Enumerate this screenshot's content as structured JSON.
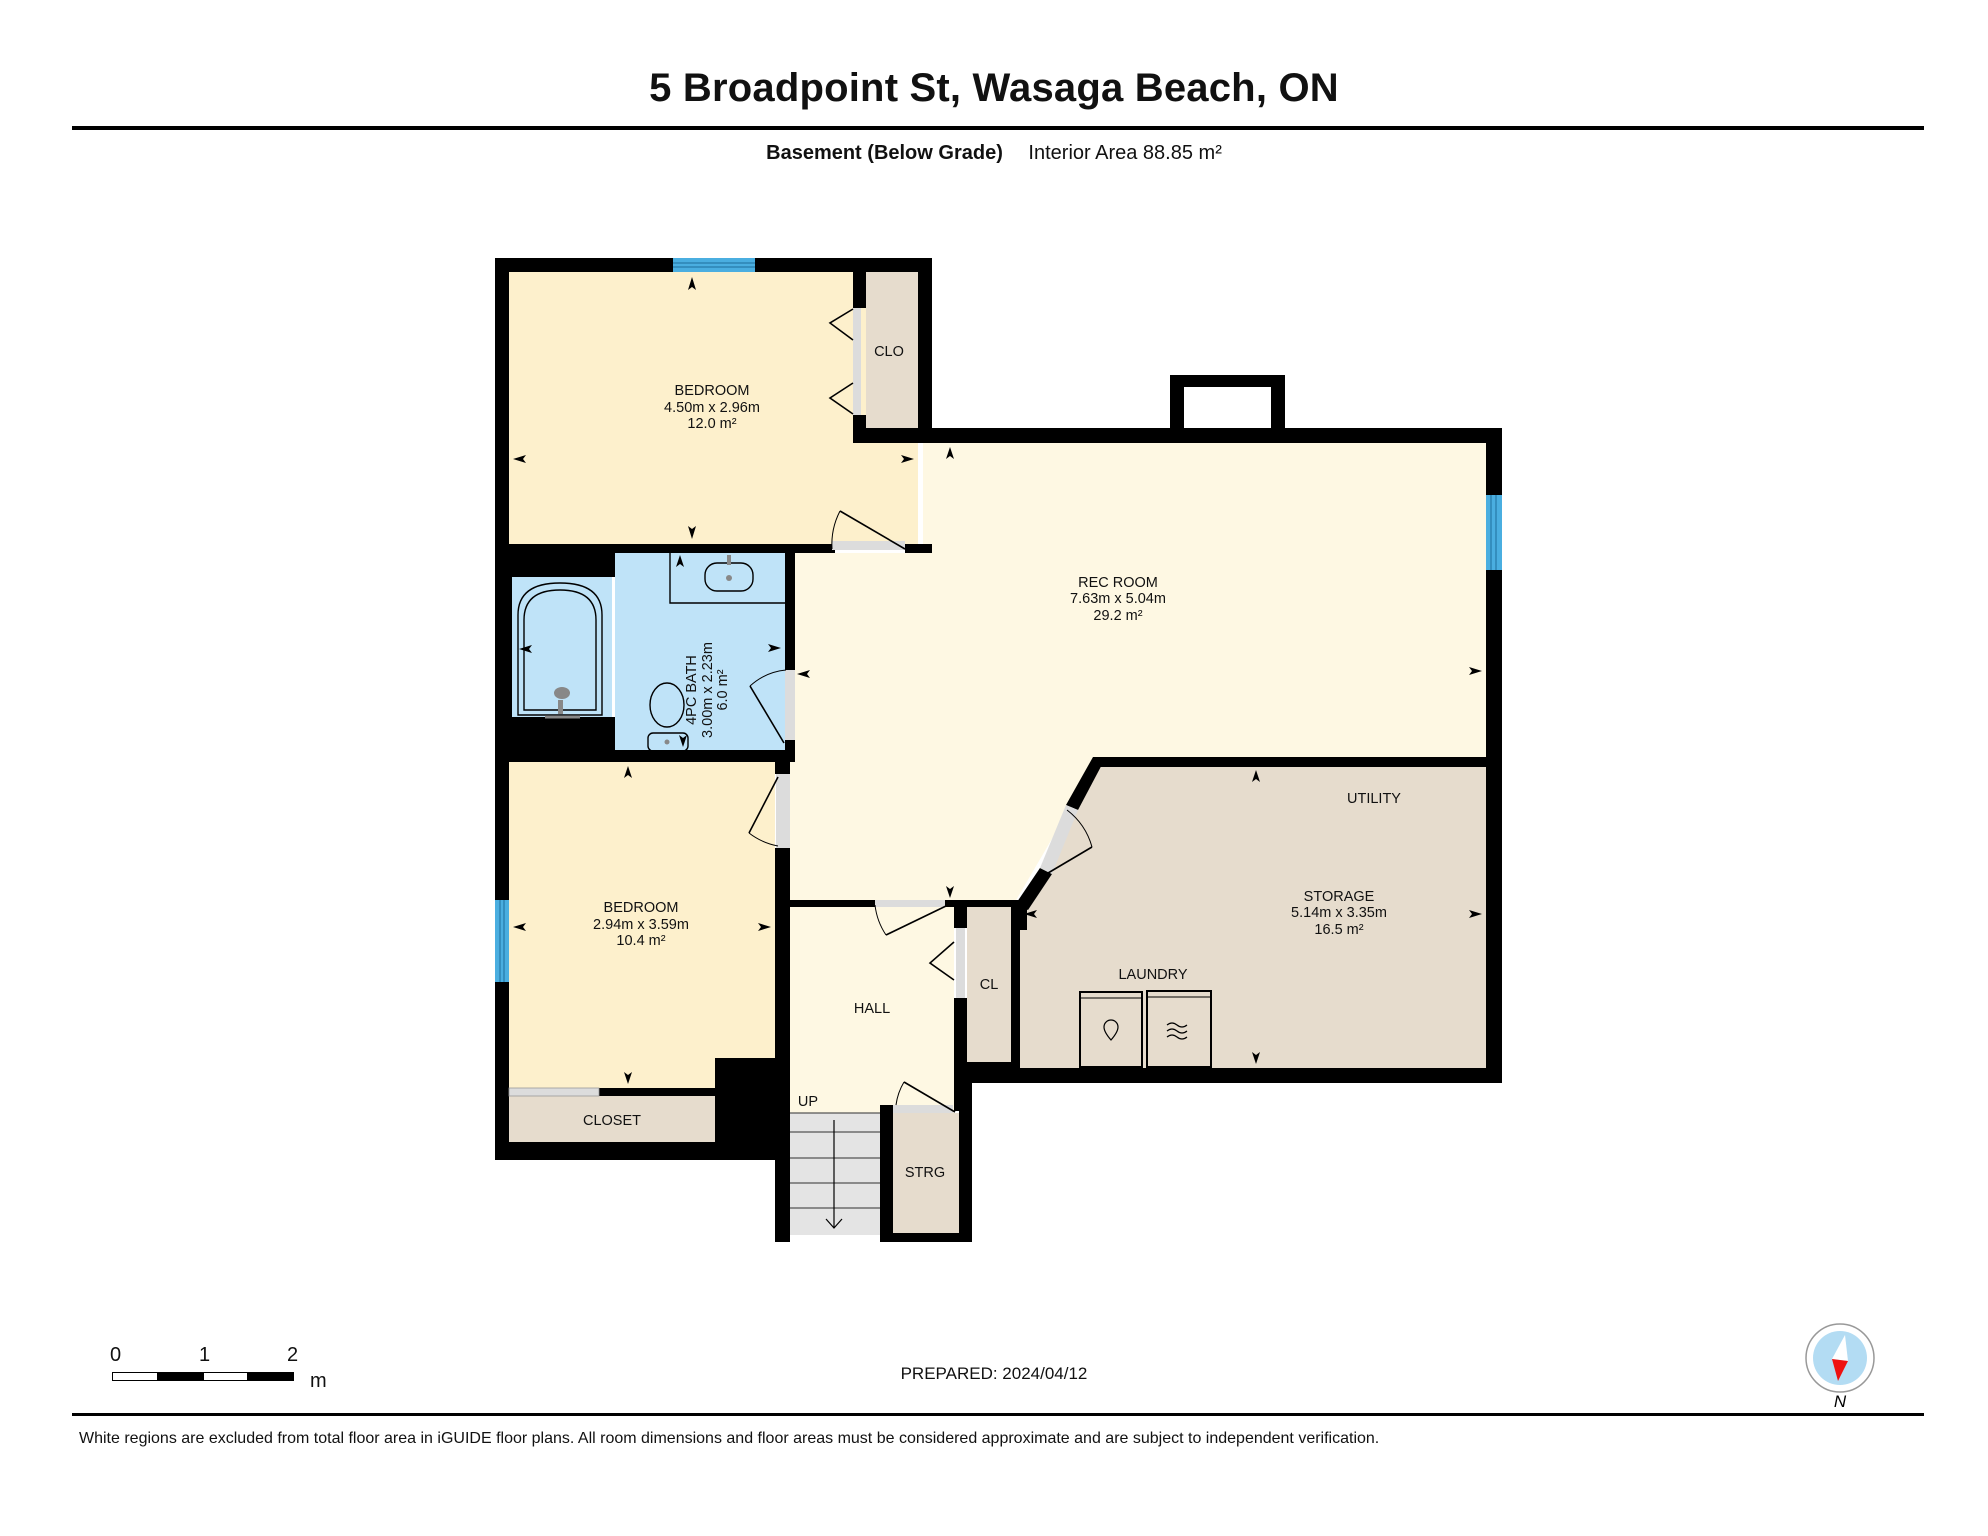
{
  "header": {
    "title": "5 Broadpoint St, Wasaga Beach, ON",
    "level": "Basement (Below Grade)",
    "interior_area": "Interior Area 88.85 m²"
  },
  "rooms": {
    "bedroom_1": {
      "name": "BEDROOM",
      "dims": "4.50m x 2.96m",
      "area": "12.0 m²"
    },
    "closet_1": {
      "name": "CLO"
    },
    "bath": {
      "name": "4PC BATH",
      "dims": "3.00m x 2.23m",
      "area": "6.0 m²"
    },
    "rec_room": {
      "name": "REC ROOM",
      "dims": "7.63m x 5.04m",
      "area": "29.2 m²"
    },
    "bedroom_2": {
      "name": "BEDROOM",
      "dims": "2.94m x 3.59m",
      "area": "10.4 m²"
    },
    "closet_2": {
      "name": "CLOSET"
    },
    "hall": {
      "name": "HALL"
    },
    "closet_3": {
      "name": "CL"
    },
    "stairs": {
      "name": "UP"
    },
    "storage_small": {
      "name": "STRG"
    },
    "utility": {
      "name": "UTILITY"
    },
    "storage": {
      "name": "STORAGE",
      "dims": "5.14m x 3.35m",
      "area": "16.5 m²"
    },
    "laundry": {
      "name": "LAUNDRY"
    }
  },
  "colors": {
    "wall": "#000000",
    "bedroom_fill": "#fdf0cc",
    "living_fill": "#fef8e3",
    "bath_fill": "#bfe3f8",
    "storage_fill": "#e6dccd",
    "window": "#4aaee0",
    "door_opening": "#dcdcdc",
    "stairs_fill": "#e4e4e4",
    "compass_face": "#b3dcf3",
    "compass_needle": "#ee1111"
  },
  "scale_bar": {
    "ticks": [
      "0",
      "1",
      "2"
    ],
    "unit": "m"
  },
  "footer": {
    "prepared": "PREPARED: 2024/04/12",
    "compass_label": "N",
    "disclaimer": "White regions are excluded from total floor area in iGUIDE floor plans. All room dimensions and floor areas must be considered approximate and are subject to independent verification."
  }
}
